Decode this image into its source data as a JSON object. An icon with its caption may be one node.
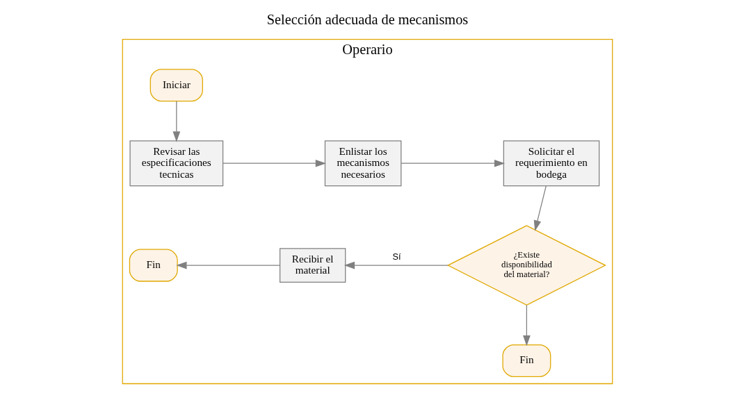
{
  "diagram": {
    "title": "Selección adecuada de mecanismos",
    "nodes": [
      {
        "text": [
          "Operario"
        ]
      },
      {
        "text": [
          "Iniciar"
        ],
        "in": 0
      },
      {
        "text": [
          "Revisar las especificaciones tecnicas"
        ],
        "in": 0
      },
      {
        "text": [
          "Enlistar los mecanismos necesarios"
        ],
        "in": 0
      },
      {
        "text": [
          "Solicitar el requerimiento en bodega"
        ],
        "in": 0
      },
      {
        "text": [
          "¿Existe disponibilidad del material?"
        ],
        "in": 0
      },
      {
        "text": [
          "Recibir el material"
        ],
        "in": 0
      },
      {
        "text": [
          "Fin"
        ],
        "in": 0
      },
      {
        "text": [
          "Fin"
        ],
        "in": 0
      }
    ],
    "edges": [
      {
        "from": 1,
        "to": 2,
        "arrow": "to"
      },
      {
        "from": 2,
        "to": 3,
        "arrow": "to"
      },
      {
        "from": 3,
        "to": 4,
        "arrow": "to"
      },
      {
        "from": 4,
        "to": 5,
        "arrow": "to"
      },
      {
        "from": 5,
        "to": 6,
        "arrow": "to",
        "label": "Sí"
      },
      {
        "from": 6,
        "to": 8,
        "arrow": "to"
      },
      {
        "from": 5,
        "to": 7,
        "arrow": "to"
      }
    ]
  }
}
